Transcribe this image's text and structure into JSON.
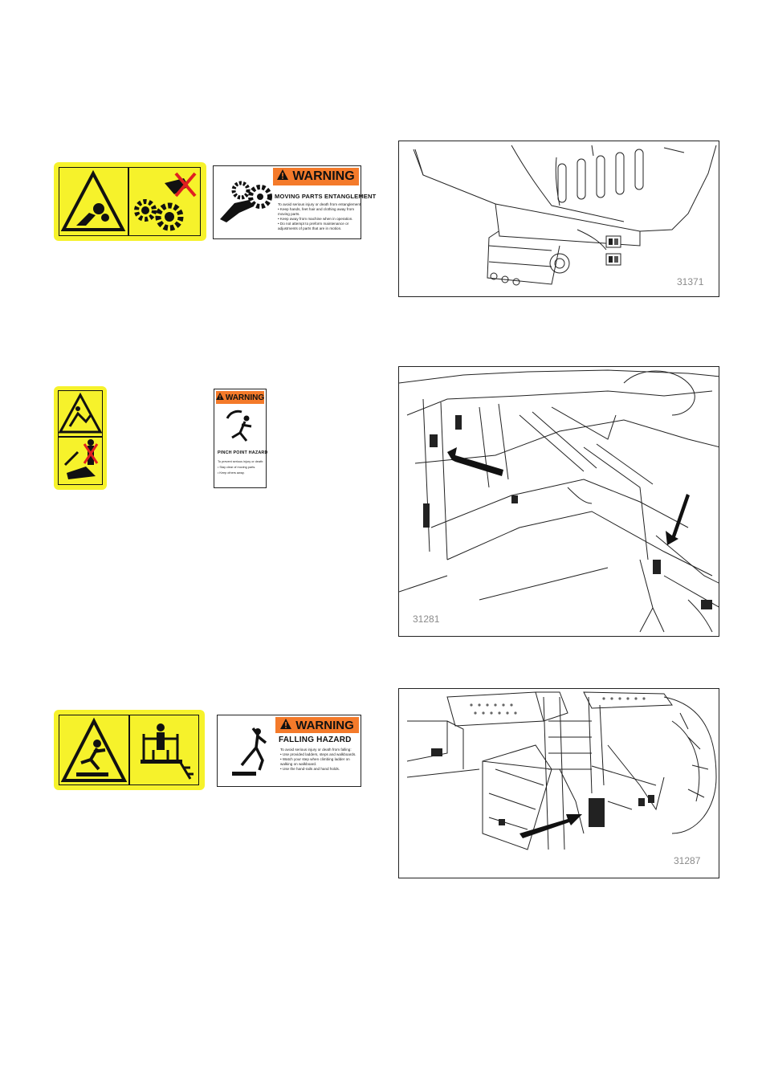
{
  "rows": [
    {
      "decal": {
        "header": "WARNING",
        "subtitle": "MOVING PARTS ENTANGLEMENT",
        "lines": [
          "To avoid serious injury or death from entanglement:",
          "• Keep hands, feet hair and clothing away from",
          "   moving parts.",
          "• Keep away from machine when in operation.",
          "• Do not attempt to preform maintenance or",
          "   adjustments of parts that are in motion."
        ]
      },
      "figure_number": "31371"
    },
    {
      "decal": {
        "header": "WARNING",
        "subtitle": "PINCH POINT HAZARD",
        "lines": [
          "To prevent serious injury or death:",
          "• Stay clear of moving parts.",
          "• Keep others away."
        ]
      },
      "figure_number": "31281"
    },
    {
      "decal": {
        "header": "WARNING",
        "subtitle": "FALLING HAZARD",
        "lines": [
          "To avoid serious injury or death from falling:",
          "• Use provided ladders, steps and walkboards.",
          "• Watch your step when climbing ladder on",
          "   walking on walkboard.",
          "• Use the hand-rails and hand holds."
        ]
      },
      "figure_number": "31287"
    }
  ],
  "colors": {
    "decal_yellow": "#f6f22b",
    "warning_orange": "#f47a2a",
    "outline": "#111111"
  }
}
